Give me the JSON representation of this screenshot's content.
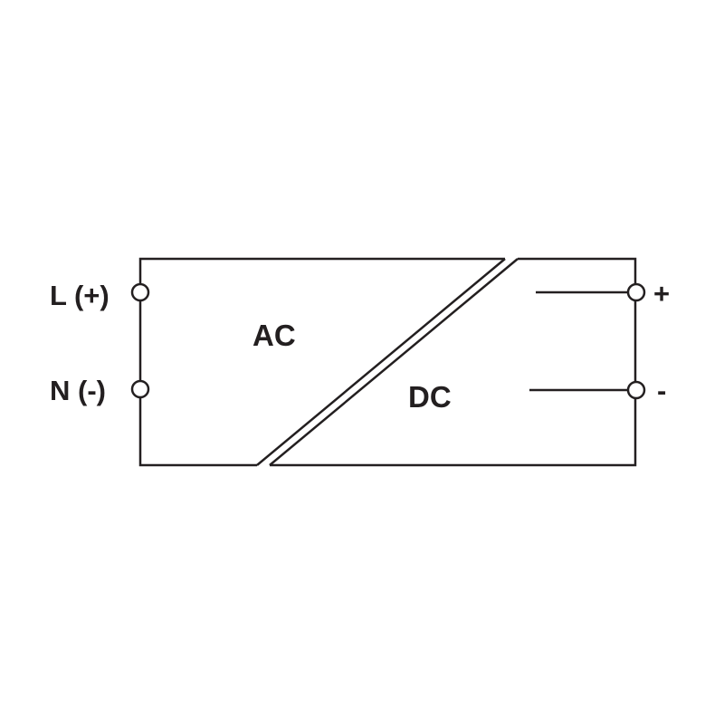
{
  "diagram": {
    "title_left_block": "AC",
    "title_right_block": "DC",
    "input_terminals": [
      {
        "label": "L (+)"
      },
      {
        "label": "N (-)"
      }
    ],
    "output_terminals": [
      {
        "label": "+"
      },
      {
        "label": "-"
      }
    ],
    "line_color": "#231f20"
  }
}
